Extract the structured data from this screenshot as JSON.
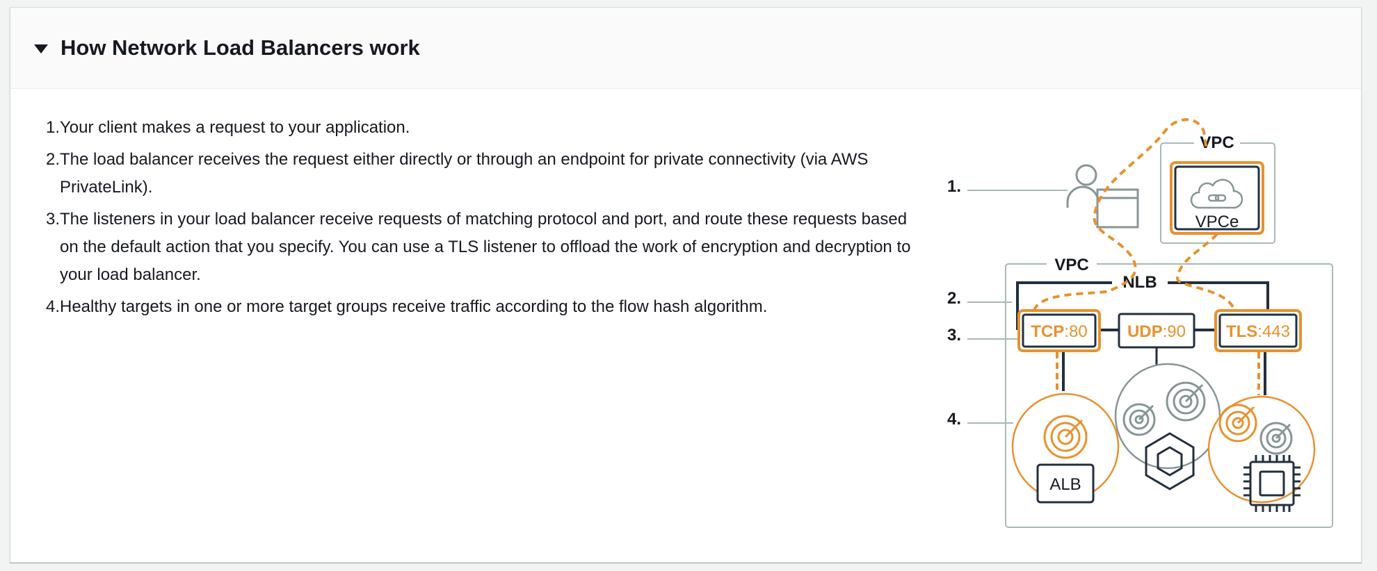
{
  "panel": {
    "title": "How Network Load Balancers work"
  },
  "steps": [
    {
      "num": "1.",
      "text": "Your client makes a request to your application."
    },
    {
      "num": "2.",
      "text": "The load balancer receives the request either directly or through an endpoint for private connectivity (via AWS PrivateLink)."
    },
    {
      "num": "3.",
      "text": "The listeners in your load balancer receive requests of matching protocol and port, and route these requests based on the default action that you specify. You can use a TLS listener to offload the work of encryption and decryption to your load balancer."
    },
    {
      "num": "4.",
      "text": "Healthy targets in one or more target groups receive traffic according to the flow hash algorithm."
    }
  ],
  "diagram": {
    "markers": [
      "1.",
      "2.",
      "3.",
      "4."
    ],
    "vpc_outer_label": "VPC",
    "vpc_endpoint_label": "VPC",
    "vpce_label": "VPCe",
    "nlb_label": "NLB",
    "listeners": [
      {
        "protocol": "TCP",
        "port": ":80"
      },
      {
        "protocol": "UDP",
        "port": ":90"
      },
      {
        "protocol": "TLS",
        "port": ":443"
      }
    ],
    "alb_label": "ALB",
    "colors": {
      "accent": "#e8912e",
      "dark": "#232f3e",
      "grey": "#879596"
    }
  }
}
